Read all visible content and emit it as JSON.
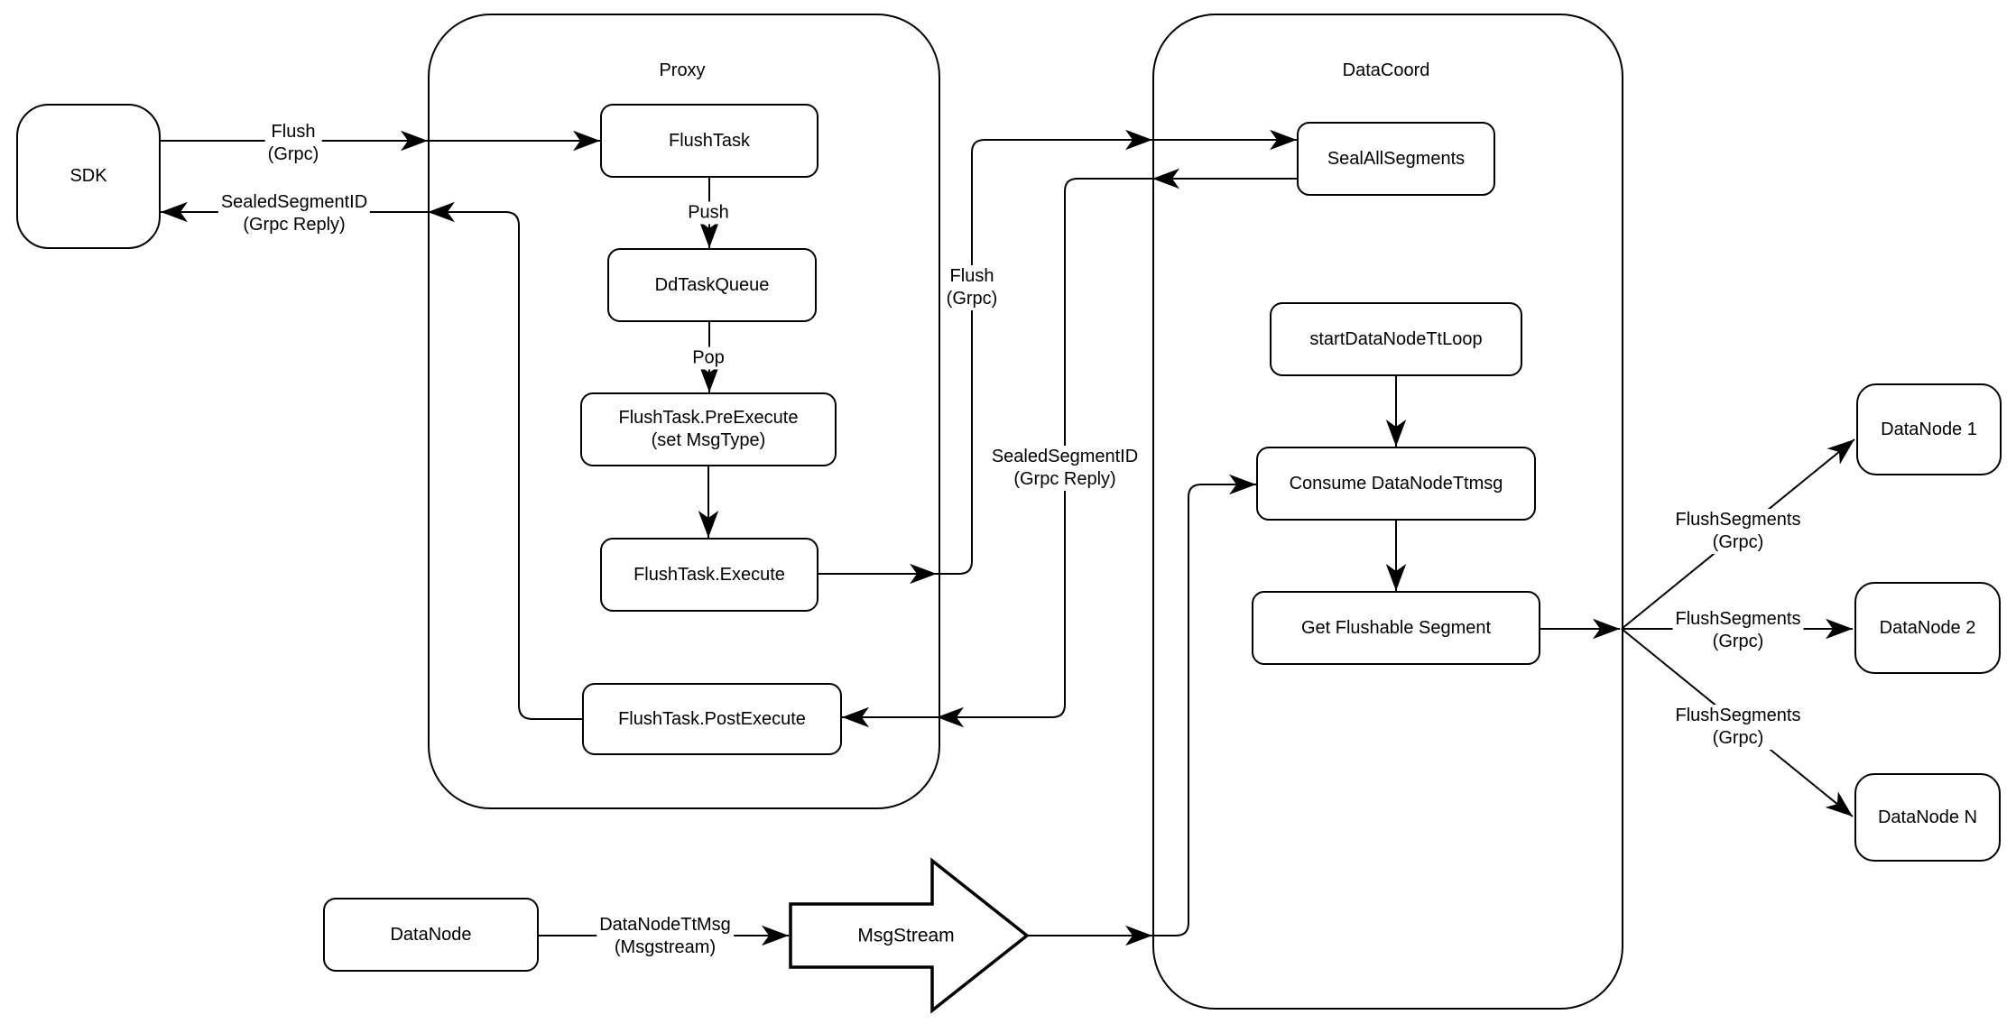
{
  "diagram": {
    "containers": {
      "proxy": {
        "title": "Proxy"
      },
      "datacoord": {
        "title": "DataCoord"
      }
    },
    "nodes": {
      "sdk": {
        "label": "SDK"
      },
      "flush_task": {
        "label": "FlushTask"
      },
      "dd_task_queue": {
        "label": "DdTaskQueue"
      },
      "pre_execute": {
        "line1": "FlushTask.PreExecute",
        "line2": "(set MsgType)"
      },
      "execute": {
        "label": "FlushTask.Execute"
      },
      "post_execute": {
        "label": "FlushTask.PostExecute"
      },
      "seal_all_segments": {
        "label": "SealAllSegments"
      },
      "start_datanode_tt_loop": {
        "label": "startDataNodeTtLoop"
      },
      "consume_datanode_ttmsg": {
        "label": "Consume DataNodeTtmsg"
      },
      "get_flushable_segment": {
        "label": "Get Flushable Segment"
      },
      "datanode_1": {
        "label": "DataNode 1"
      },
      "datanode_2": {
        "label": "DataNode 2"
      },
      "datanode_n": {
        "label": "DataNode N"
      },
      "datanode": {
        "label": "DataNode"
      },
      "msgstream": {
        "label": "MsgStream"
      }
    },
    "edge_labels": {
      "flush_sdk_proxy": {
        "line1": "Flush",
        "line2": "(Grpc)"
      },
      "sealed_proxy_sdk": {
        "line1": "SealedSegmentID",
        "line2": "(Grpc Reply)"
      },
      "push": {
        "label": "Push"
      },
      "pop": {
        "label": "Pop"
      },
      "flush_proxy_coord": {
        "line1": "Flush",
        "line2": "(Grpc)"
      },
      "sealed_coord_proxy": {
        "line1": "SealedSegmentID",
        "line2": "(Grpc Reply)"
      },
      "flush_segments_1": {
        "line1": "FlushSegments",
        "line2": "(Grpc)"
      },
      "flush_segments_2": {
        "line1": "FlushSegments",
        "line2": "(Grpc)"
      },
      "flush_segments_3": {
        "line1": "FlushSegments",
        "line2": "(Grpc)"
      },
      "datanode_ttmsg": {
        "line1": "DataNodeTtMsg",
        "line2": "(Msgstream)"
      }
    },
    "colors": {
      "stroke": "#000000",
      "fill": "#ffffff",
      "background": "#ffffff"
    }
  }
}
